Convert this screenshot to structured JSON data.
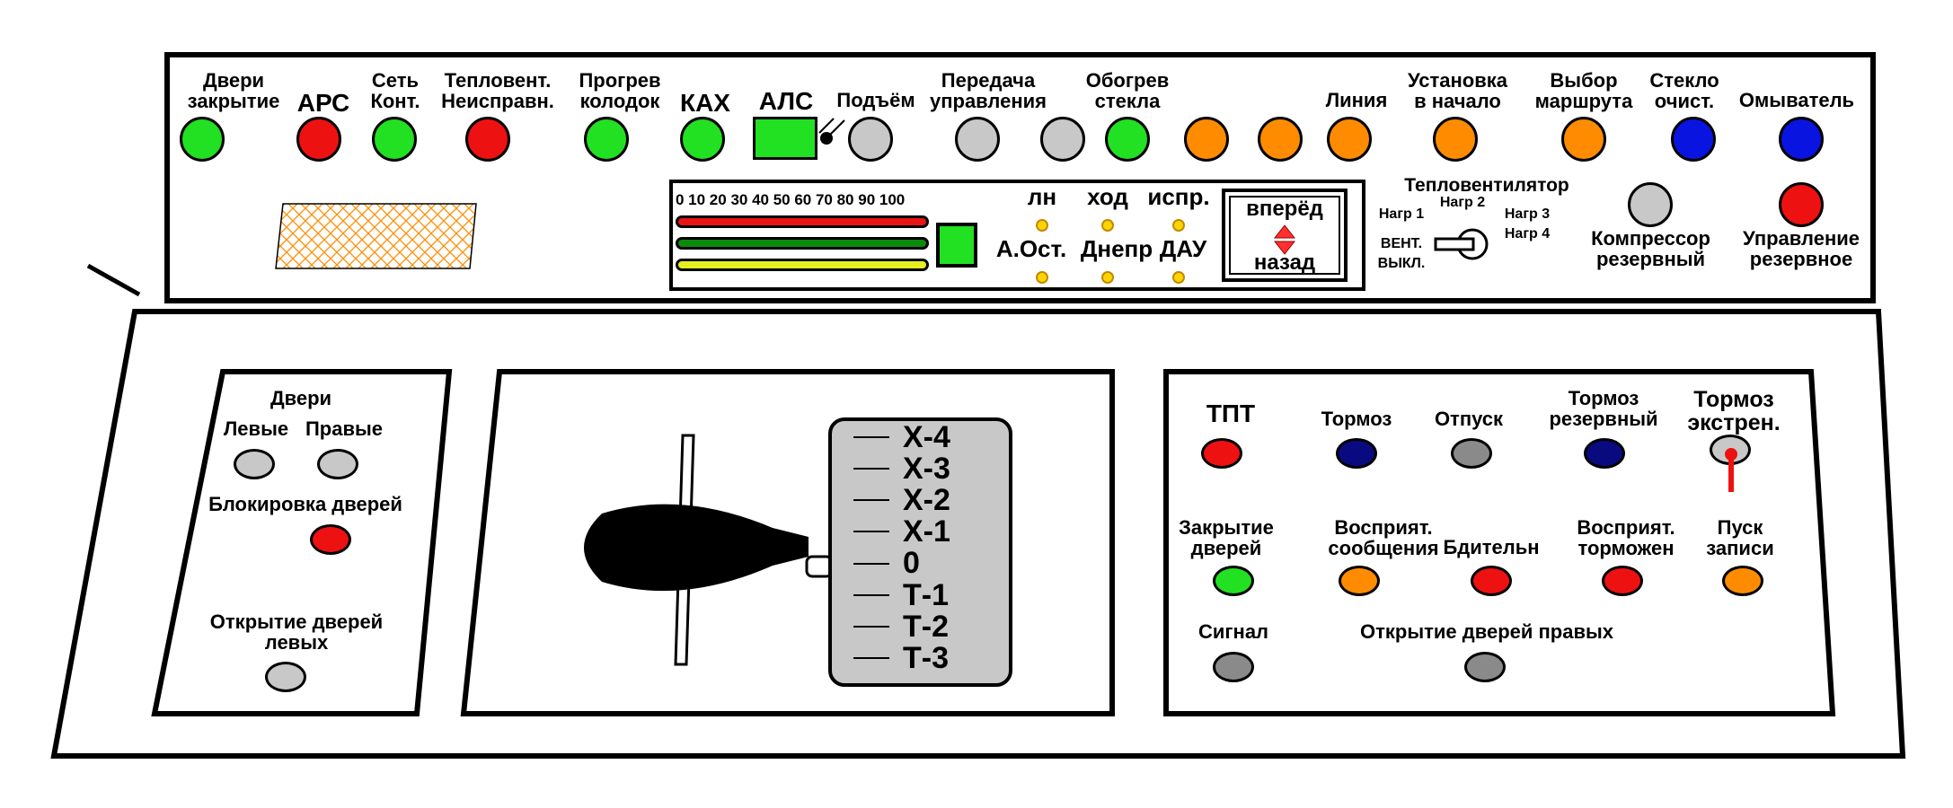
{
  "top_labels": {
    "doors_close": "Двери\nзакрытие",
    "ars": "АРС",
    "net_cont": "Сеть\nКонт.",
    "heater_fault": "Тепловент.\nНеисправн.",
    "brake_heat": "Прогрев\nколодок",
    "kah": "КАХ",
    "als": "АЛС",
    "lift": "Подъём",
    "transfer": "Передача\nуправления",
    "glass_heat": "Обогрев\nстекла",
    "line": "Линия",
    "reset_start": "Установка\nв начало",
    "route_select": "Выбор\nмаршрута",
    "wiper": "Стекло\nочист.",
    "washer": "Омыватель"
  },
  "top_lamp_colors": {
    "green": "#22e022",
    "red": "#ee1111",
    "gray": "#c8c8c8",
    "orange": "#ff8c00",
    "blue": "#0a14e0"
  },
  "speedometer": {
    "scale": "0 10 20 30 40 50 60 70 80 90 100"
  },
  "indicators": {
    "ln": "лн",
    "hod": "ход",
    "ispr": "испр.",
    "a_ost": "А.Ост.",
    "dnepr": "Днепр",
    "dau": "ДАУ"
  },
  "direction": {
    "forward": "вперёд",
    "back": "назад"
  },
  "heater_switch": {
    "title": "Тепловентилятор",
    "nagr1": "Нагр 1",
    "nagr2": "Нагр 2",
    "nagr3": "Нагр 3",
    "nagr4": "Нагр 4",
    "vent": "ВЕНТ.",
    "off": "ВЫКЛ."
  },
  "reserve": {
    "compressor": "Компрессор\nрезервный",
    "control": "Управление\nрезервное"
  },
  "doors_panel": {
    "title": "Двери",
    "left": "Левые",
    "right": "Правые",
    "lock": "Блокировка дверей",
    "open_left": "Открытие дверей\nлевых"
  },
  "controller": {
    "positions": [
      "Х-4",
      "Х-3",
      "Х-2",
      "Х-1",
      "0",
      "Т-1",
      "Т-2",
      "Т-3"
    ]
  },
  "brake_panel": {
    "tpt": "ТПТ",
    "brake": "Тормоз",
    "release": "Отпуск",
    "brake_reserve": "Тормоз\nрезервный",
    "brake_emerg": "Тормоз\nэкстрен.",
    "close_doors": "Закрытие\nдверей",
    "ack_msg": "Восприят.\nсообщения",
    "vigilance": "Бдительн",
    "ack_brake": "Восприят.\nторможен",
    "rec_start": "Пуск\nзаписи",
    "signal": "Сигнал",
    "open_right": "Открытие дверей правых"
  }
}
